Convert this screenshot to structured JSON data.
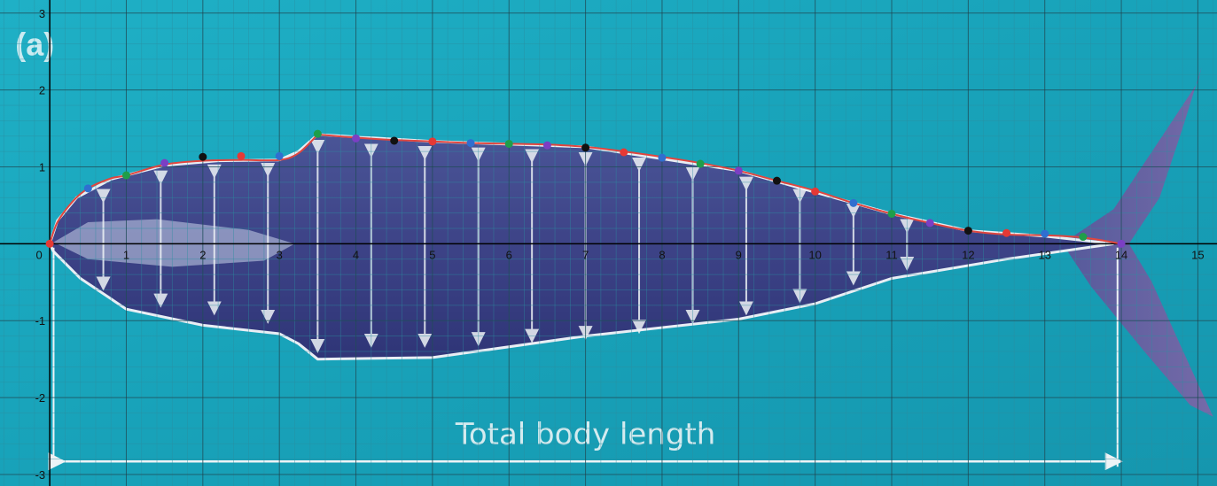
{
  "panel_label": "(a)",
  "photo_caption": "Total body length",
  "colors": {
    "water": "#1aa6bd",
    "water_dark": "#0f8fa8",
    "whale_body": "#3d3f86",
    "whale_tail": "#6a5fa0",
    "outline": "#e8eef4",
    "curve": "#e0463f",
    "grid_major": "#1d3a44",
    "grid_minor": "#2b8ea0",
    "axis": "#000000"
  },
  "chart_data": {
    "type": "scatter",
    "title": "",
    "xlabel": "",
    "ylabel": "",
    "xlim": [
      -0.65,
      15.25
    ],
    "ylim": [
      -3.15,
      3.17
    ],
    "grid": true,
    "x_ticks": [
      0,
      1,
      2,
      3,
      4,
      5,
      6,
      7,
      8,
      9,
      10,
      11,
      12,
      13,
      14,
      15
    ],
    "y_ticks": [
      -3,
      -2,
      -1,
      1,
      2,
      3
    ],
    "x_tick_labels": [
      "0",
      "1",
      "2",
      "3",
      "4",
      "5",
      "6",
      "7",
      "8",
      "9",
      "10",
      "11",
      "12",
      "13",
      "14",
      "15"
    ],
    "y_tick_labels": [
      "-3",
      "-2",
      "-1",
      "1",
      "2",
      "3"
    ],
    "curve_segments": [
      {
        "color": "#e0463f",
        "points": [
          [
            0,
            0
          ],
          [
            0.1,
            0.28
          ],
          [
            0.3,
            0.55
          ],
          [
            0.5,
            0.72
          ],
          [
            0.8,
            0.85
          ],
          [
            1,
            0.89
          ],
          [
            1.5,
            1.03
          ],
          [
            2,
            1.08
          ],
          [
            2.5,
            1.09
          ],
          [
            3,
            1.09
          ],
          [
            3.25,
            1.18
          ],
          [
            3.5,
            1.42
          ]
        ]
      },
      {
        "color": "#e0463f",
        "points": [
          [
            3.5,
            1.42
          ],
          [
            4,
            1.38
          ],
          [
            4.5,
            1.35
          ],
          [
            5,
            1.33
          ],
          [
            5.5,
            1.31
          ],
          [
            6,
            1.3
          ],
          [
            6.5,
            1.29
          ],
          [
            7,
            1.26
          ],
          [
            7.5,
            1.2
          ],
          [
            8,
            1.13
          ],
          [
            8.5,
            1.05
          ],
          [
            9,
            0.95
          ],
          [
            9.5,
            0.82
          ],
          [
            10,
            0.69
          ],
          [
            10.5,
            0.53
          ],
          [
            11,
            0.39
          ],
          [
            11.5,
            0.27
          ],
          [
            12,
            0.17
          ],
          [
            12.5,
            0.12
          ],
          [
            13,
            0.11
          ],
          [
            13.5,
            0.08
          ],
          [
            14,
            0
          ]
        ]
      }
    ],
    "points": [
      {
        "x": 0,
        "y": 0,
        "color": "#e53935"
      },
      {
        "x": 0.5,
        "y": 0.72,
        "color": "#2f6fd0"
      },
      {
        "x": 1,
        "y": 0.89,
        "color": "#1f9e4a"
      },
      {
        "x": 1.5,
        "y": 1.05,
        "color": "#7b3fc4"
      },
      {
        "x": 2,
        "y": 1.13,
        "color": "#111111"
      },
      {
        "x": 2.5,
        "y": 1.14,
        "color": "#e53935"
      },
      {
        "x": 3,
        "y": 1.14,
        "color": "#2f6fd0"
      },
      {
        "x": 3.5,
        "y": 1.43,
        "color": "#1f9e4a"
      },
      {
        "x": 4,
        "y": 1.37,
        "color": "#7b3fc4"
      },
      {
        "x": 4.5,
        "y": 1.34,
        "color": "#111111"
      },
      {
        "x": 5,
        "y": 1.33,
        "color": "#e53935"
      },
      {
        "x": 5.5,
        "y": 1.31,
        "color": "#2f6fd0"
      },
      {
        "x": 6,
        "y": 1.3,
        "color": "#1f9e4a"
      },
      {
        "x": 6.5,
        "y": 1.28,
        "color": "#7b3fc4"
      },
      {
        "x": 7,
        "y": 1.25,
        "color": "#111111"
      },
      {
        "x": 7.5,
        "y": 1.19,
        "color": "#e53935"
      },
      {
        "x": 8,
        "y": 1.12,
        "color": "#2f6fd0"
      },
      {
        "x": 8.5,
        "y": 1.04,
        "color": "#1f9e4a"
      },
      {
        "x": 9,
        "y": 0.95,
        "color": "#7b3fc4"
      },
      {
        "x": 9.5,
        "y": 0.82,
        "color": "#111111"
      },
      {
        "x": 10,
        "y": 0.68,
        "color": "#e53935"
      },
      {
        "x": 10.5,
        "y": 0.53,
        "color": "#2f6fd0"
      },
      {
        "x": 11,
        "y": 0.39,
        "color": "#1f9e4a"
      },
      {
        "x": 11.5,
        "y": 0.27,
        "color": "#7b3fc4"
      },
      {
        "x": 12,
        "y": 0.17,
        "color": "#111111"
      },
      {
        "x": 12.5,
        "y": 0.14,
        "color": "#e53935"
      },
      {
        "x": 13,
        "y": 0.13,
        "color": "#2f6fd0"
      },
      {
        "x": 13.5,
        "y": 0.09,
        "color": "#1f9e4a"
      },
      {
        "x": 14,
        "y": 0,
        "color": "#7b3fc4"
      }
    ]
  }
}
